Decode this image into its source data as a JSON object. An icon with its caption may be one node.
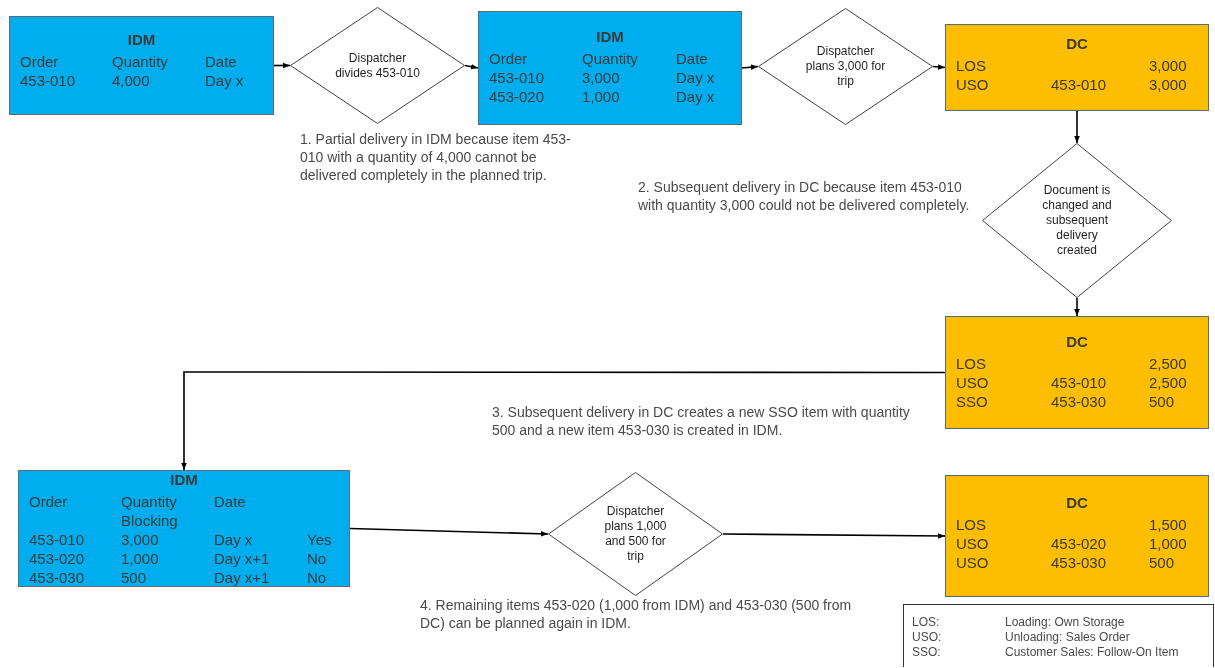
{
  "diagram": {
    "nodes": [
      {
        "text": [
          "IDM",
          "Order",
          "Quantity",
          "Date",
          "453-010",
          "4,000",
          "Day x"
        ]
      },
      {
        "text": [
          "Dispatcher divides 453-010"
        ]
      },
      {
        "text": [
          "IDM",
          "Order",
          "Quantity",
          "Date",
          "453-010",
          "3,000",
          "Day x",
          "453-020",
          "1,000",
          "Day x"
        ]
      },
      {
        "text": [
          "Dispatcher plans 3,000 for trip"
        ]
      },
      {
        "text": [
          "DC",
          "LOS",
          "3,000",
          "USO",
          "453-010",
          "3,000"
        ]
      },
      {
        "text": [
          "Document is changed and subsequent delivery created"
        ]
      },
      {
        "text": [
          "DC",
          "LOS",
          "2,500",
          "USO",
          "453-010",
          "2,500",
          "SSO",
          "453-030",
          "500"
        ]
      },
      {
        "text": [
          "IDM",
          "Order",
          "Quantity",
          "Date",
          "Blocking",
          "453-010",
          "3,000",
          "Day x",
          "Yes",
          "453-020",
          "1,000",
          "Day x+1",
          "No",
          "453-030",
          "500",
          "Day x+1",
          "No"
        ]
      },
      {
        "text": [
          "Dispatcher plans 1,000 and 500 for trip"
        ]
      },
      {
        "text": [
          "DC",
          "LOS",
          "1,500",
          "USO",
          "453-020",
          "1,000",
          "USO",
          "453-030",
          "500"
        ]
      }
    ],
    "edges": [
      {
        "from": 0,
        "to": 1,
        "arrow": "to"
      },
      {
        "from": 1,
        "to": 2,
        "arrow": "to"
      },
      {
        "from": 2,
        "to": 3,
        "arrow": "to"
      },
      {
        "from": 3,
        "to": 4,
        "arrow": "to"
      },
      {
        "from": 4,
        "to": 5,
        "arrow": "to"
      },
      {
        "from": 5,
        "to": 6,
        "arrow": "to"
      },
      {
        "from": 6,
        "to": 7,
        "arrow": "to"
      },
      {
        "from": 7,
        "to": 8,
        "arrow": "to"
      },
      {
        "from": 8,
        "to": 9,
        "arrow": "to"
      }
    ],
    "labels": [
      "1. Partial delivery in IDM because item 453-010 with a quantity of 4,000 cannot be delivered completely in the planned trip.",
      "2. Subsequent delivery in DC because item 453-010 with quantity 3,000 could not be delivered completely.",
      "3. Subsequent delivery in DC creates a new SSO item with quantity 500 and a new item 453-030 is created in IDM.",
      "4. Remaining items 453-020 (1,000 from IDM) and 453-030 (500 from DC) can be planned again in IDM.",
      "LOS:",
      "Loading: Own Storage",
      "USO:",
      "Unloading: Sales Order",
      "SSO:",
      "Customer Sales: Follow-On Item"
    ]
  }
}
